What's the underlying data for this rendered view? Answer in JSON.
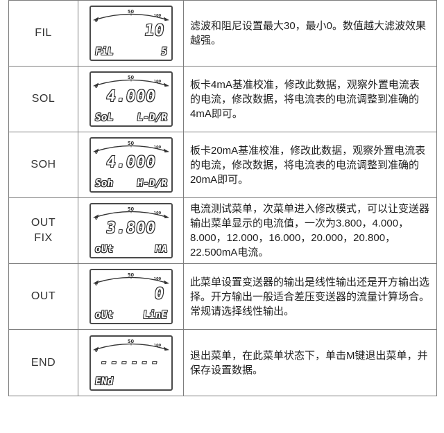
{
  "colors": {
    "table_border": "#7d7d7d",
    "text": "#1f1f1f",
    "lcd_outline": "#2b2b2b"
  },
  "lcd_scale": {
    "left_label": "0",
    "mid_label": "50",
    "right_label": "100"
  },
  "table": {
    "rows": [
      {
        "label": "FIL",
        "lcd": {
          "main": "10",
          "main_align": "right",
          "bottom_left": "FiL",
          "bottom_right": "5"
        },
        "description": "滤波和阻尼设置最大30，最小0。数值越大滤波效果越强。"
      },
      {
        "label": "SOL",
        "lcd": {
          "main": "4.000",
          "main_align": "center",
          "bottom_left": "SoL",
          "bottom_right": "L-D/R"
        },
        "description": "板卡4mA基准校准，修改此数据，观察外置电流表的电流，修改数据，将电流表的电流调整到准确的4mA即可。"
      },
      {
        "label": "SOH",
        "lcd": {
          "main": "4.000",
          "main_align": "center",
          "bottom_left": "Soh",
          "bottom_right": "H-D/R"
        },
        "description": "板卡20mA基准校准，修改此数据，观察外置电流表的电流，修改数据，将电流表的电流调整到准确的20mA即可。"
      },
      {
        "label": "OUT\nFIX",
        "lcd": {
          "main": "3.800",
          "main_align": "center",
          "bottom_left": "oUt",
          "bottom_right": "MA"
        },
        "description": "电流测试菜单，次菜单进入修改模式，可以让变送器输出菜单显示的电流值，一次为3.800，4.000，8.000，12.000，16.000，20.000，20.800，22.500mA电流。"
      },
      {
        "label": "OUT",
        "lcd": {
          "main": "0",
          "main_align": "right",
          "bottom_left": "oUt",
          "bottom_right": "LinE"
        },
        "description": "此菜单设置变送器的输出是线性输出还是开方输出选择。开方输出一般适合差压变送器的流量计算场合。常规请选择线性输出。"
      },
      {
        "label": "END",
        "lcd": {
          "main": "------",
          "main_align": "dashes",
          "bottom_left": "ENd",
          "bottom_right": ""
        },
        "description": "退出菜单，在此菜单状态下，单击M键退出菜单，并保存设置数据。"
      }
    ]
  }
}
